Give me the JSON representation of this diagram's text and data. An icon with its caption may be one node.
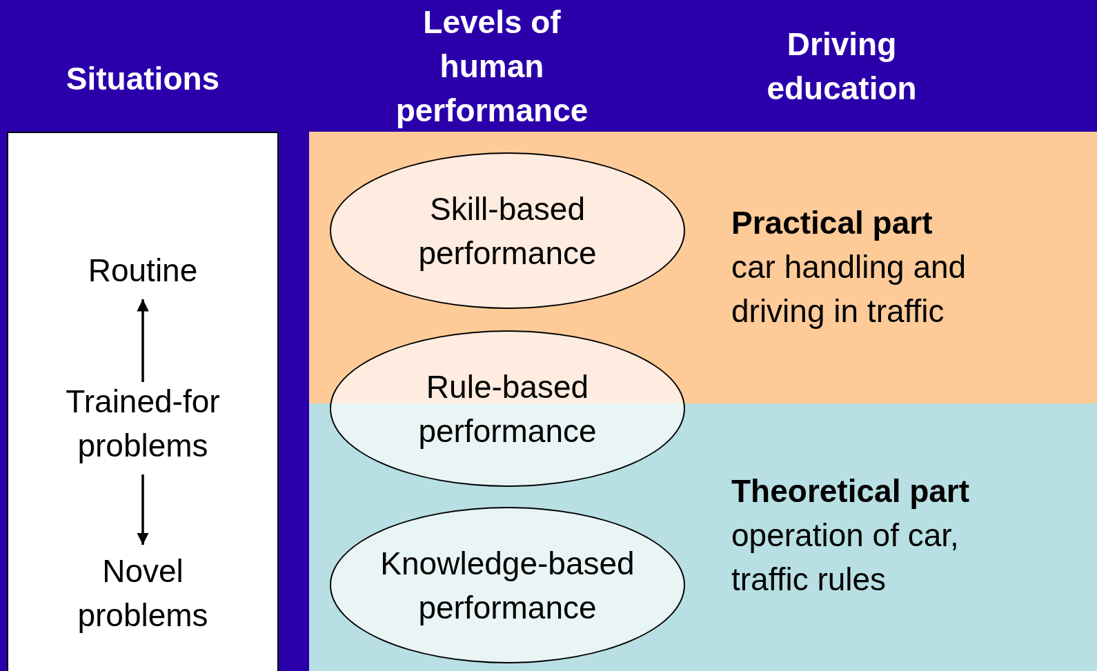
{
  "diagram": {
    "nodes": [
      {
        "text": [
          "Situations"
        ]
      },
      {
        "text": [
          "Routine"
        ],
        "in": 0
      },
      {
        "text": [
          "Trained-for problems"
        ],
        "in": 0
      },
      {
        "text": [
          "Novel problems"
        ],
        "in": 0
      },
      {
        "text": [
          "Practical part",
          "car handling and driving in traffic"
        ]
      },
      {
        "text": [
          "Theoretical part",
          "operation of car, traffic rules"
        ]
      },
      {
        "text": [
          "Skill-based performance"
        ],
        "in": 4
      },
      {
        "text": [
          "Rule-based performance"
        ]
      },
      {
        "text": [
          "Knowledge-based performance"
        ],
        "in": 5
      }
    ],
    "edges": [
      {
        "from": 2,
        "to": 1,
        "arrow": "to"
      },
      {
        "from": 2,
        "to": 3,
        "arrow": "to"
      }
    ],
    "labels": [
      "Levels of human performance",
      "Driving education"
    ]
  }
}
